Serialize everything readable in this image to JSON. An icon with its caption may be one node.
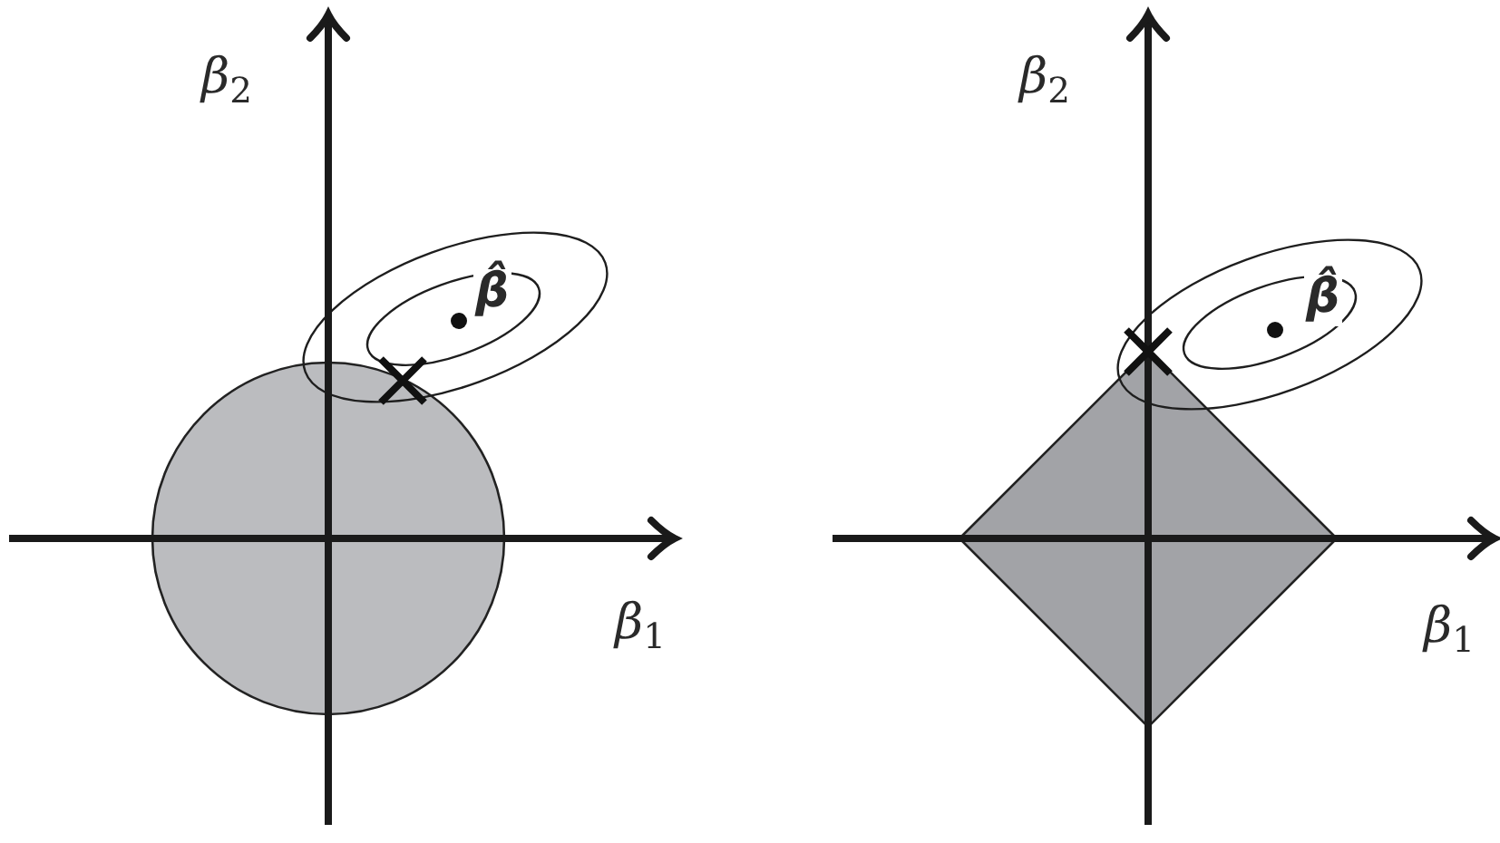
{
  "diagram": {
    "nodes": [
      {
        "text": [],
        "shape": "circle"
      },
      {
        "text": [],
        "shape": "diamond"
      }
    ],
    "labels": [
      "β$_{2}$",
      "β̂",
      "β$_{1}$",
      "β$_{2}$",
      "β̂",
      "β$_{1}$"
    ]
  }
}
